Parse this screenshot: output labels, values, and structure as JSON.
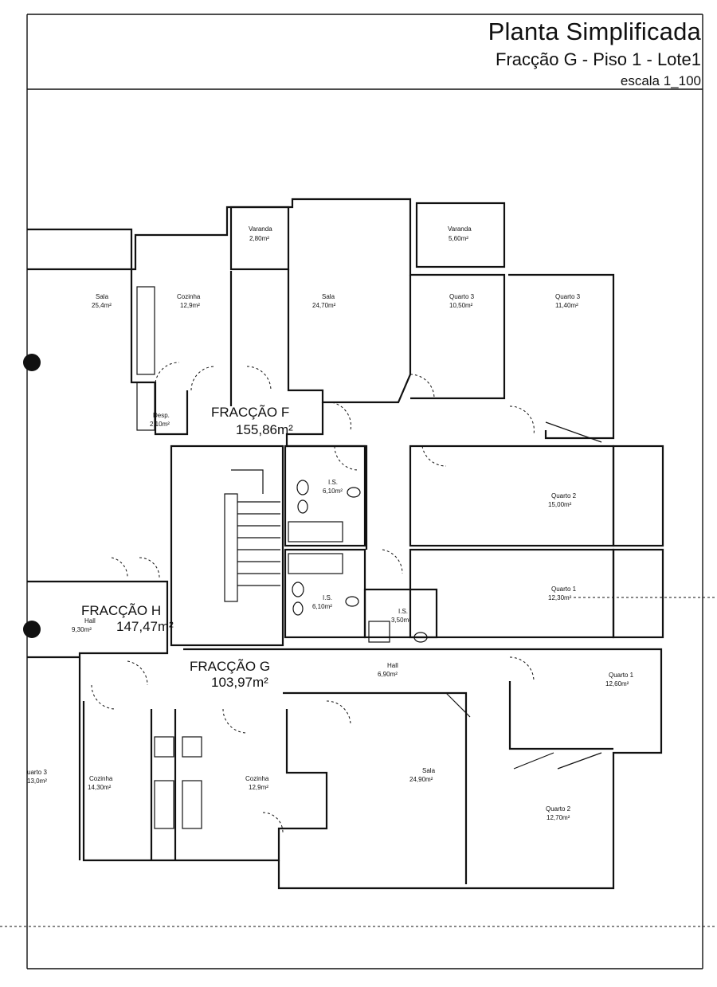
{
  "header": {
    "title": "Planta Simplificada",
    "subtitle": "Fracção G - Piso 1 - Lote1",
    "scale": "escala 1_100"
  },
  "units": [
    {
      "name": "FRACÇÃO F",
      "area": "155,86m²"
    },
    {
      "name": "FRACÇÃO H",
      "area": "147,47m²"
    },
    {
      "name": "FRACÇÃO G",
      "area": "103,97m²"
    }
  ],
  "rooms": [
    {
      "name": "Varanda",
      "area": "2,80m²"
    },
    {
      "name": "Varanda",
      "area": "5,60m²"
    },
    {
      "name": "Sala",
      "area": "25,4m²"
    },
    {
      "name": "Cozinha",
      "area": "12,9m²"
    },
    {
      "name": "Sala",
      "area": "24,70m²"
    },
    {
      "name": "Quarto 3",
      "area": "10,50m²"
    },
    {
      "name": "Quarto 3",
      "area": "11,40m²"
    },
    {
      "name": "Desp.",
      "area": "2,10m²"
    },
    {
      "name": "I.S.",
      "area": "6,10m²"
    },
    {
      "name": "Quarto 2",
      "area": "15,00m²"
    },
    {
      "name": "Quarto 1",
      "area": "12,30m²"
    },
    {
      "name": "I.S.",
      "area": "6,10m²"
    },
    {
      "name": "I.S.",
      "area": "3,50m²"
    },
    {
      "name": "Hall",
      "area": "9,30m²"
    },
    {
      "name": "Hall",
      "area": "6,90m²"
    },
    {
      "name": "Quarto 1",
      "area": "12,60m²"
    },
    {
      "name": "uarto 3",
      "area": "13,0m²"
    },
    {
      "name": "Cozinha",
      "area": "14,30m²"
    },
    {
      "name": "Cozinha",
      "area": "12,9m²"
    },
    {
      "name": "Sala",
      "area": "24,90m²"
    },
    {
      "name": "Quarto 2",
      "area": "12,70m²"
    }
  ]
}
